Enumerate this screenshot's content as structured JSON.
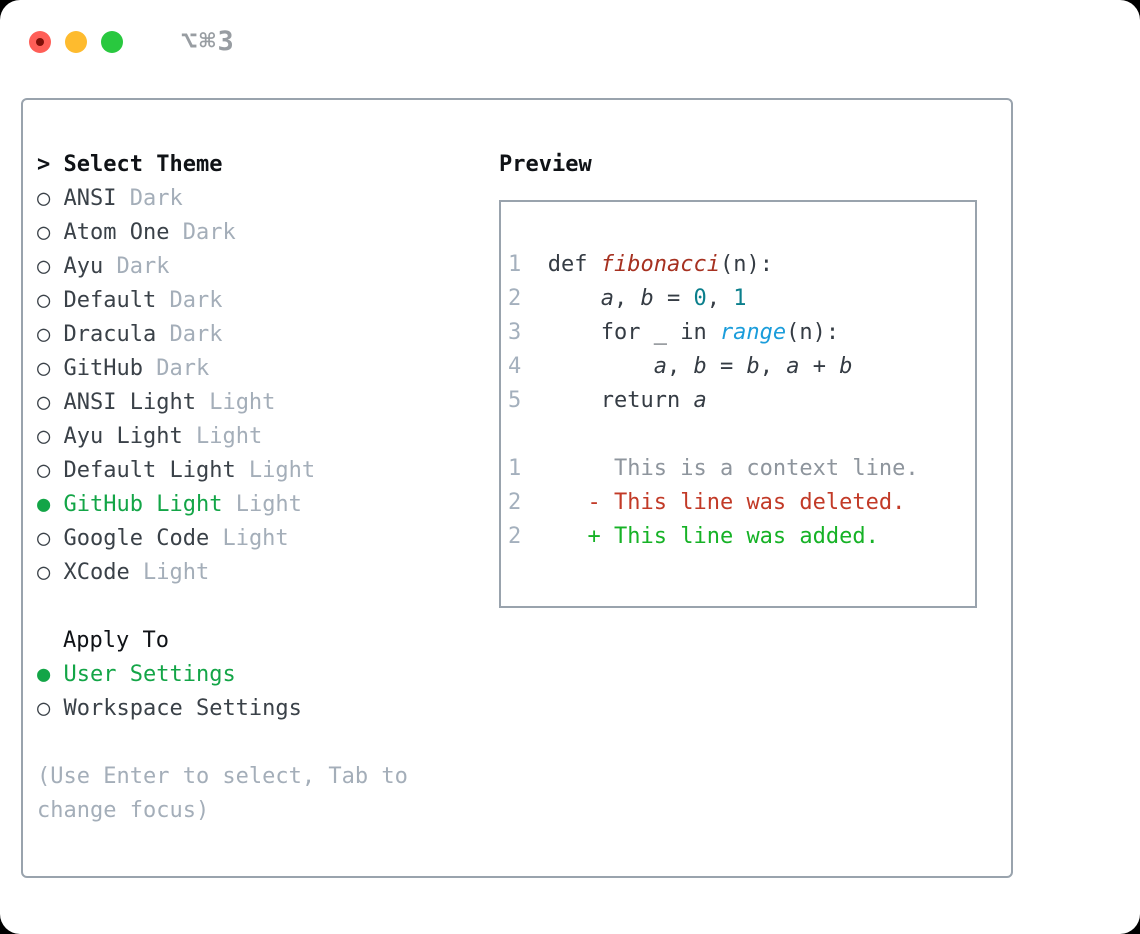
{
  "window": {
    "shortcut_label": "⌥⌘3",
    "traffic_lights": [
      "close",
      "minimize",
      "zoom"
    ]
  },
  "colors": {
    "traffic_red": "#ff5e57",
    "traffic_red_dot": "#7f0f08",
    "traffic_yellow": "#febb2e",
    "traffic_green": "#29c83f",
    "title_gray": "#989da2",
    "border_gray": "#99a3ad",
    "heading_black": "#0f1216",
    "list_text": "#3a4148",
    "muted_gray": "#a4aeb9",
    "accent_green": "#13a547",
    "code_text": "#353c44",
    "lineno_gray": "#a4b0bd",
    "function_red": "#a63120",
    "builtin_blue": "#1b9ddb",
    "number_teal": "#0b7f8c",
    "context_gray": "#8e959d",
    "deleted_red": "#c23a27",
    "added_green": "#16b226"
  },
  "sidebar": {
    "cursor": "> ",
    "heading": "Select Theme",
    "themes": [
      {
        "name": "ANSI",
        "variant": "Dark",
        "selected": false
      },
      {
        "name": "Atom One",
        "variant": "Dark",
        "selected": false
      },
      {
        "name": "Ayu",
        "variant": "Dark",
        "selected": false
      },
      {
        "name": "Default",
        "variant": "Dark",
        "selected": false
      },
      {
        "name": "Dracula",
        "variant": "Dark",
        "selected": false
      },
      {
        "name": "GitHub",
        "variant": "Dark",
        "selected": false
      },
      {
        "name": "ANSI Light",
        "variant": "Light",
        "selected": false
      },
      {
        "name": "Ayu Light",
        "variant": "Light",
        "selected": false
      },
      {
        "name": "Default Light",
        "variant": "Light",
        "selected": false
      },
      {
        "name": "GitHub Light",
        "variant": "Light",
        "selected": true
      },
      {
        "name": "Google Code",
        "variant": "Light",
        "selected": false
      },
      {
        "name": "XCode",
        "variant": "Light",
        "selected": false
      }
    ],
    "apply_heading": "Apply To",
    "apply_options": [
      {
        "label": "User Settings",
        "selected": true
      },
      {
        "label": "Workspace Settings",
        "selected": false
      }
    ],
    "help_text": "(Use Enter to select, Tab to change focus)"
  },
  "preview": {
    "heading": "Preview",
    "lines": [
      {
        "num": "1",
        "segments": [
          {
            "text": "def ",
            "style": "code"
          },
          {
            "text": "fibonacci",
            "style": "function"
          },
          {
            "text": "(n):",
            "style": "code"
          }
        ]
      },
      {
        "num": "2",
        "segments": [
          {
            "text": "    ",
            "style": "code"
          },
          {
            "text": "a",
            "style": "var"
          },
          {
            "text": ", ",
            "style": "code"
          },
          {
            "text": "b",
            "style": "var"
          },
          {
            "text": " = ",
            "style": "code"
          },
          {
            "text": "0",
            "style": "number"
          },
          {
            "text": ", ",
            "style": "code"
          },
          {
            "text": "1",
            "style": "number"
          }
        ]
      },
      {
        "num": "3",
        "segments": [
          {
            "text": "    for _ in ",
            "style": "code"
          },
          {
            "text": "range",
            "style": "builtin"
          },
          {
            "text": "(n):",
            "style": "code"
          }
        ]
      },
      {
        "num": "4",
        "segments": [
          {
            "text": "        ",
            "style": "code"
          },
          {
            "text": "a",
            "style": "var"
          },
          {
            "text": ", ",
            "style": "code"
          },
          {
            "text": "b",
            "style": "var"
          },
          {
            "text": " = ",
            "style": "code"
          },
          {
            "text": "b",
            "style": "var"
          },
          {
            "text": ", ",
            "style": "code"
          },
          {
            "text": "a",
            "style": "var"
          },
          {
            "text": " + ",
            "style": "code"
          },
          {
            "text": "b",
            "style": "var"
          }
        ]
      },
      {
        "num": "5",
        "segments": [
          {
            "text": "    return ",
            "style": "code"
          },
          {
            "text": "a",
            "style": "var"
          }
        ]
      },
      {
        "num": "",
        "segments": [
          {
            "text": " ",
            "style": "code"
          }
        ]
      },
      {
        "num": "1",
        "segments": [
          {
            "text": "     ",
            "style": "code"
          },
          {
            "text": "This is a context line.",
            "style": "context"
          }
        ]
      },
      {
        "num": "2",
        "segments": [
          {
            "text": "   ",
            "style": "code"
          },
          {
            "text": "- This line was deleted.",
            "style": "deleted"
          }
        ]
      },
      {
        "num": "2",
        "segments": [
          {
            "text": "   ",
            "style": "code"
          },
          {
            "text": "+ This line was added.",
            "style": "added"
          }
        ]
      }
    ]
  }
}
